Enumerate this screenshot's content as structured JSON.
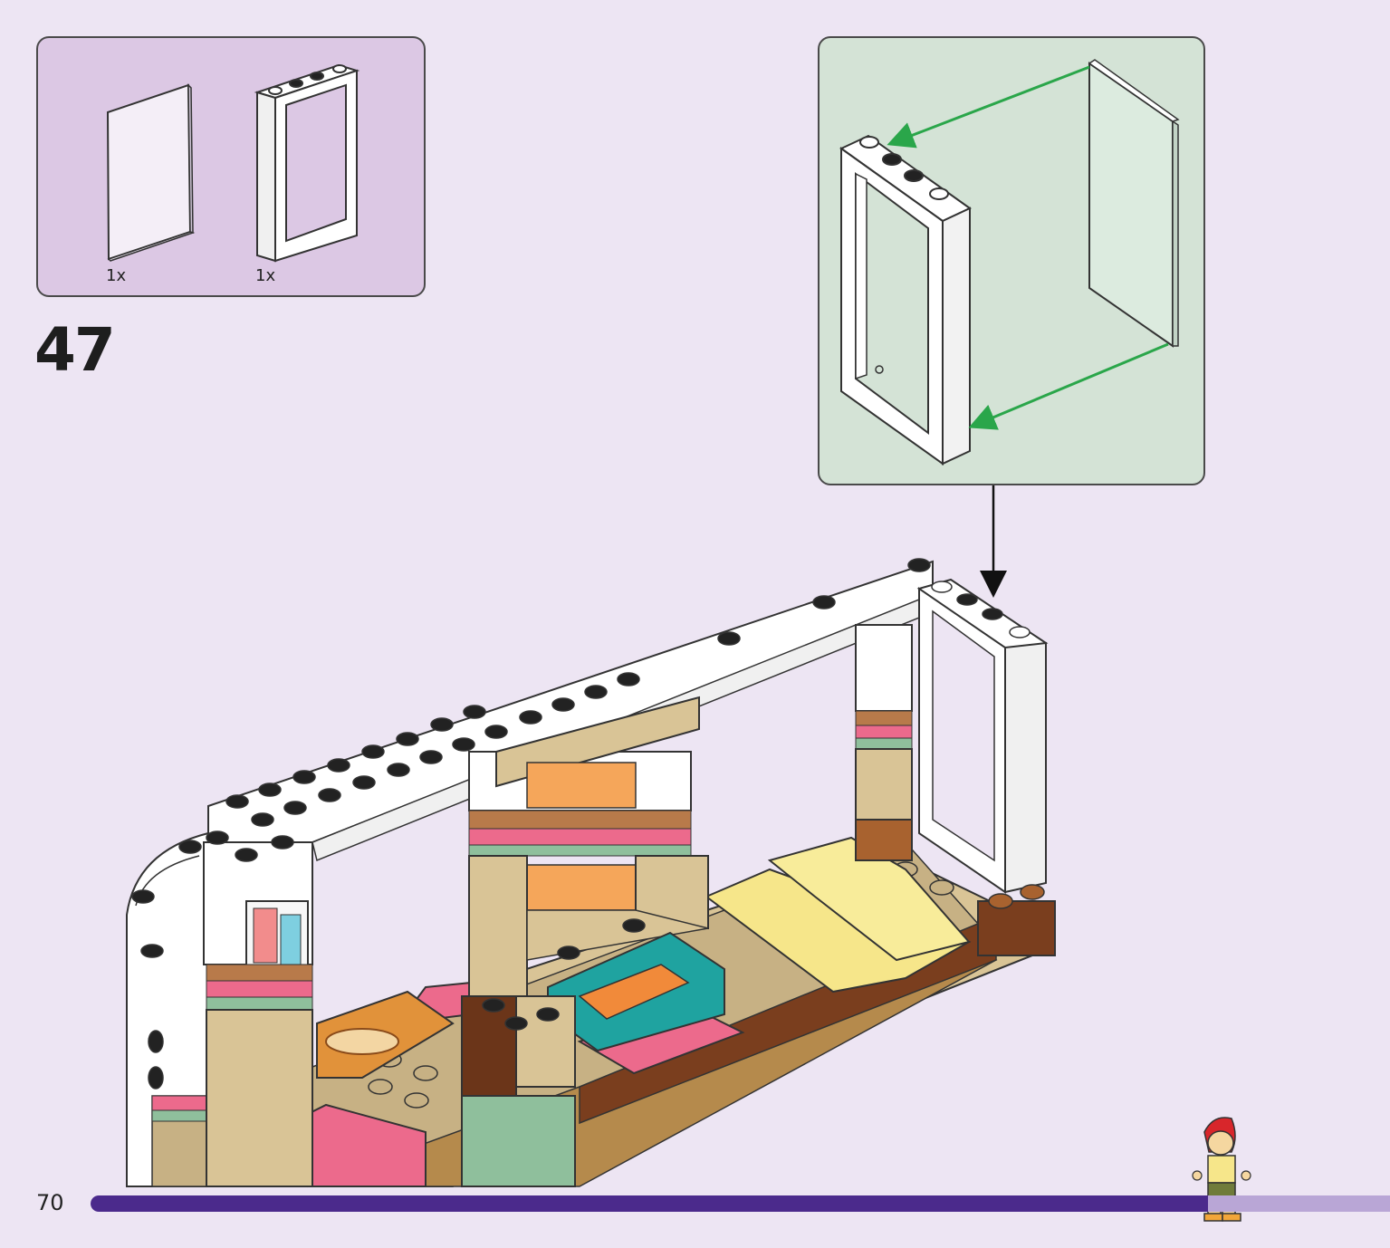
{
  "parts": [
    {
      "name": "transparent-window-pane",
      "qty": "1x"
    },
    {
      "name": "white-window-frame",
      "qty": "1x"
    }
  ],
  "step": {
    "number": "47"
  },
  "page": {
    "number": "70"
  },
  "progress": {
    "fraction": 0.86
  },
  "colors": {
    "background": "#ede5f3",
    "parts_box": "#dcc8e4",
    "callout_box": "#d4e3d6",
    "arrow_green": "#2aa64a",
    "progress_fill": "#4b2a8c",
    "progress_track": "#b9a6d6"
  }
}
